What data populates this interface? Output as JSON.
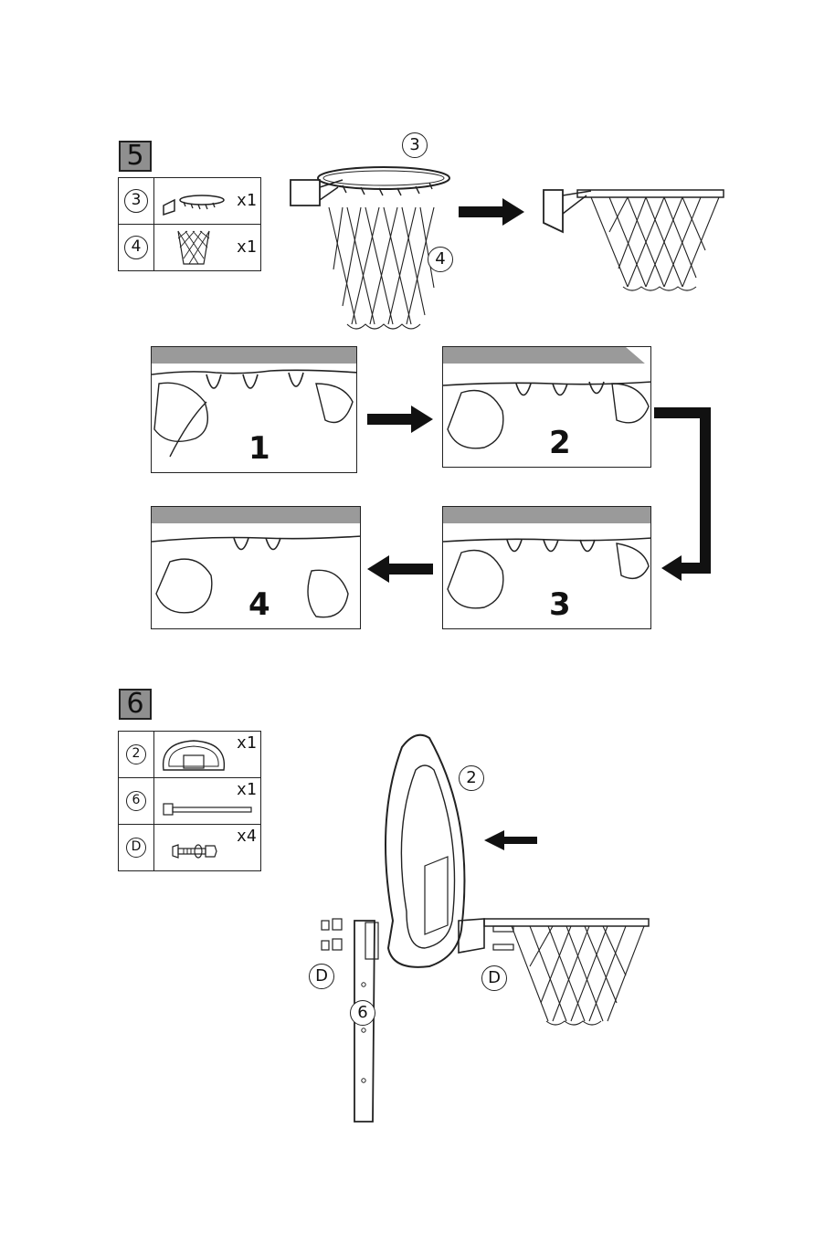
{
  "step5": {
    "badge": "5",
    "parts": [
      {
        "id": "3",
        "qty": "x1",
        "icon": "rim-icon"
      },
      {
        "id": "4",
        "qty": "x1",
        "icon": "net-icon"
      }
    ],
    "callout_rim": "3",
    "callout_net": "4",
    "panels": [
      {
        "num": "1"
      },
      {
        "num": "2"
      },
      {
        "num": "3"
      },
      {
        "num": "4"
      }
    ]
  },
  "step6": {
    "badge": "6",
    "parts": [
      {
        "id": "2",
        "qty": "x1",
        "icon": "backboard-icon"
      },
      {
        "id": "6",
        "qty": "x1",
        "icon": "pole-icon"
      },
      {
        "id": "D",
        "qty": "x4",
        "icon": "bolt-set-icon"
      }
    ],
    "callout_backboard": "2",
    "callout_pole": "6",
    "callout_bolts_left": "D",
    "callout_bolts_right": "D"
  }
}
